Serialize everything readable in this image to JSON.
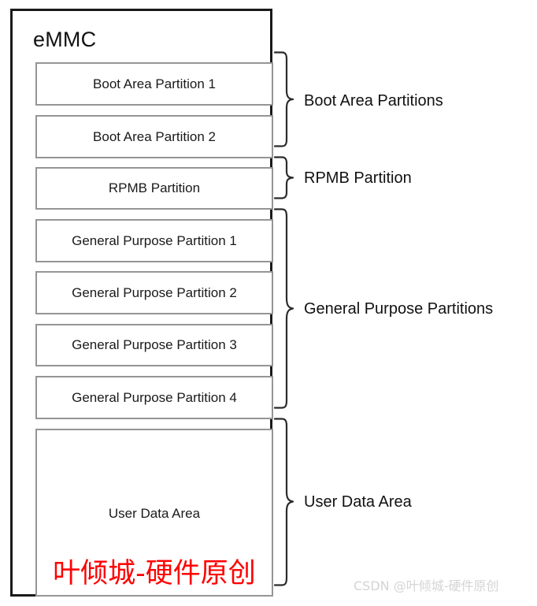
{
  "diagram": {
    "title": "eMMC",
    "partitions": [
      {
        "id": "boot-area-partition-1",
        "label": "Boot Area Partition 1"
      },
      {
        "id": "boot-area-partition-2",
        "label": "Boot Area Partition 2"
      },
      {
        "id": "rpmb-partition",
        "label": "RPMB Partition"
      },
      {
        "id": "general-purpose-partition-1",
        "label": "General Purpose Partition 1"
      },
      {
        "id": "general-purpose-partition-2",
        "label": "General Purpose Partition 2"
      },
      {
        "id": "general-purpose-partition-3",
        "label": "General Purpose Partition 3"
      },
      {
        "id": "general-purpose-partition-4",
        "label": "General Purpose Partition 4"
      },
      {
        "id": "user-data-area",
        "label": "User Data Area"
      }
    ],
    "groups": [
      {
        "id": "boot-area-partitions",
        "label": "Boot Area Partitions",
        "members": 2
      },
      {
        "id": "rpmb-partition",
        "label": "RPMB Partition",
        "members": 1
      },
      {
        "id": "general-purpose-partitions",
        "label": "General Purpose Partitions",
        "members": 4
      },
      {
        "id": "user-data-area",
        "label": "User Data Area",
        "members": 1
      }
    ],
    "annotations": {
      "red_watermark": "叶倾城-硬件原创",
      "csdn_watermark": "CSDN @叶倾城-硬件原创"
    },
    "colors": {
      "outer_border": "#1a1a1a",
      "inner_border": "#959595",
      "text": "#111111",
      "red_watermark": "#ff0000",
      "csdn_watermark": "#d4d4d4",
      "background": "#ffffff"
    }
  }
}
